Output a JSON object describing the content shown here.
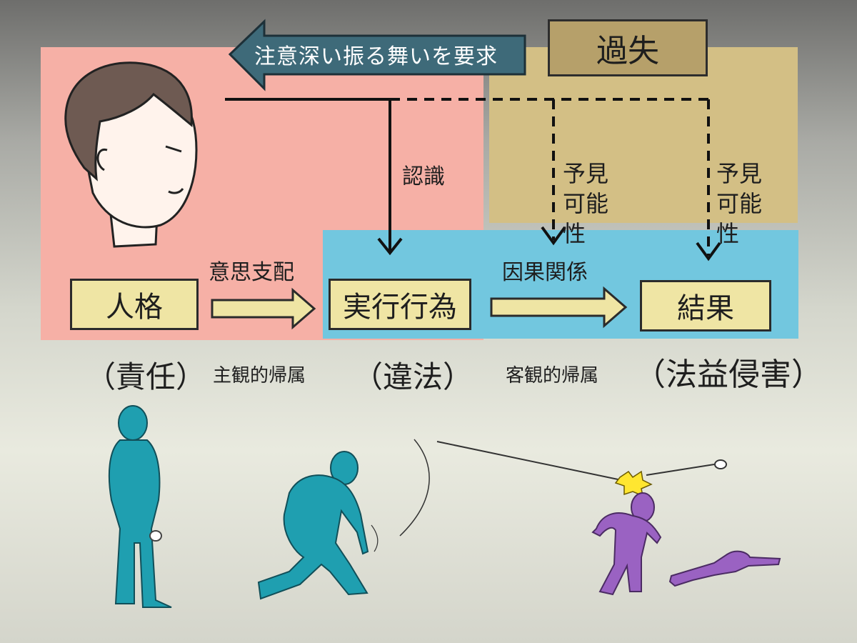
{
  "diagram": {
    "top_arrow_label": "注意深い振る舞いを要求",
    "negligence_label": "過失",
    "boxes": {
      "personality": "人格",
      "act": "実行行為",
      "result": "結果"
    },
    "edge_labels": {
      "will_control": "意思支配",
      "recognition": "認識",
      "foreseeability_1": "予見可能性",
      "foreseeability_2": "予見可能性",
      "causation": "因果関係"
    },
    "bottom_labels": {
      "responsibility": "（責任）",
      "subjective_attribution": "主観的帰属",
      "illegality": "（違法）",
      "objective_attribution": "客観的帰属",
      "legal_interest_infringement": "（法益侵害）"
    },
    "colors": {
      "person_panel": "#f6b0a6",
      "negligence_panel": "#d3bf85",
      "act_panel": "#72c7df",
      "box_fill": "#efe5a4",
      "top_arrow": "#3e6a79",
      "figure_actor": "#1f9fb0",
      "figure_victim": "#9a62c2"
    }
  }
}
